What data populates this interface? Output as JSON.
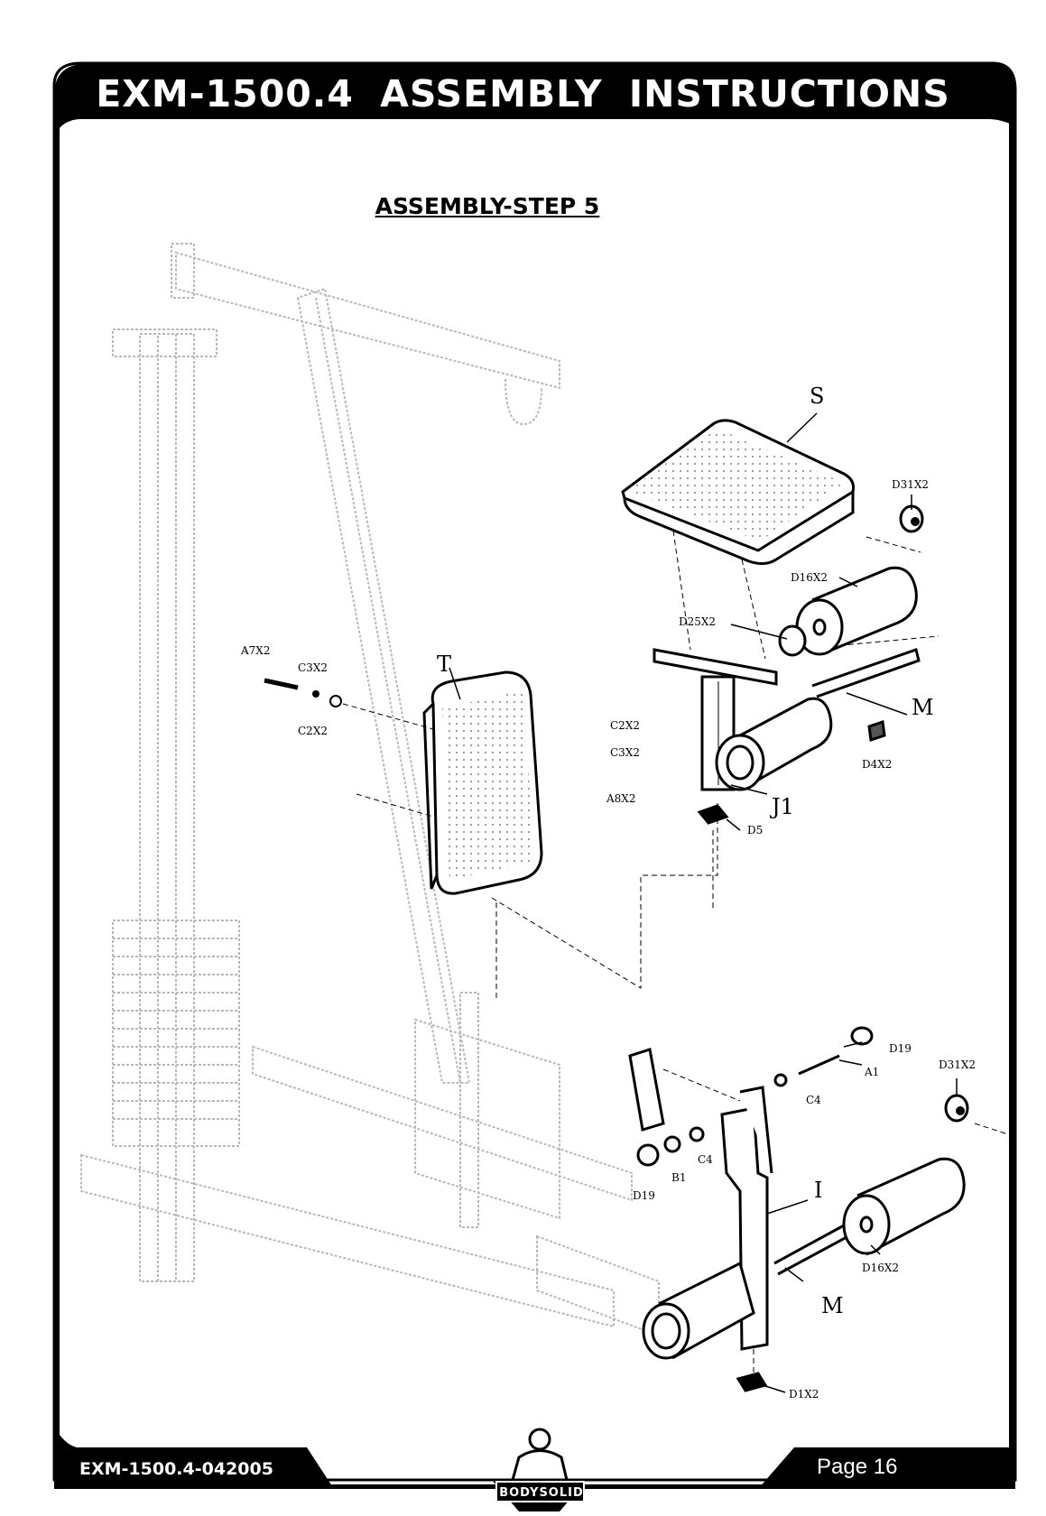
{
  "header": {
    "title": "EXM-1500.4   ASSEMBLY INSTRUCTIONS",
    "step_title": "ASSEMBLY-STEP 5"
  },
  "footer": {
    "doc_code": "EXM-1500.4-042005",
    "page_label": "Page 16",
    "logo_text": "BODYSOLID",
    "logo_name": "body-solid-logo"
  },
  "colors": {
    "frame": "#000000",
    "background": "#ffffff",
    "ghost_lines": "#b8b8b8"
  },
  "parts": {
    "S": "S",
    "D31X2_top": "D31X2",
    "D16X2_top": "D16X2",
    "D25X2": "D25X2",
    "T": "T",
    "A7X2": "A7X2",
    "C3X2_left": "C3X2",
    "C2X2_left": "C2X2",
    "C2X2_right": "C2X2",
    "C3X2_right": "C3X2",
    "A8X2": "A8X2",
    "M_top": "M",
    "D4X2": "D4X2",
    "J1": "J1",
    "D5": "D5",
    "D19_top": "D19",
    "A1": "A1",
    "D31X2_bottom": "D31X2",
    "C4_top": "C4",
    "C4_bottom": "C4",
    "B1": "B1",
    "D19_bottom": "D19",
    "I": "I",
    "D16X2_bottom": "D16X2",
    "M_bottom": "M",
    "D1X2": "D1X2"
  }
}
